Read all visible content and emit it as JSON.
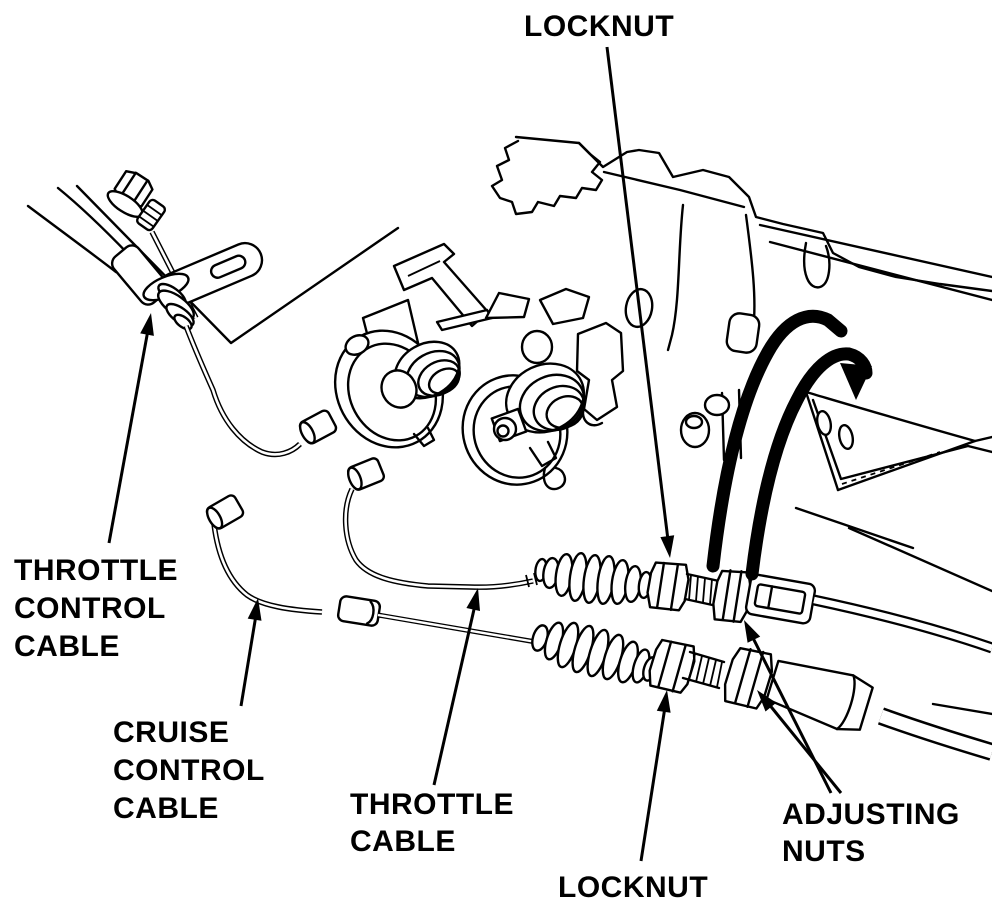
{
  "diagram": {
    "background_color": "#ffffff",
    "line_color": "#000000",
    "kind": "service-manual line illustration",
    "subject": "Throttle and cruise control cable adjustment hardware at the throttle body"
  },
  "labels": {
    "locknut_top": {
      "text": "LOCKNUT"
    },
    "throttle_control_cable": {
      "lines": [
        "THROTTLE",
        "CONTROL",
        "CABLE"
      ]
    },
    "cruise_control_cable": {
      "lines": [
        "CRUISE",
        "CONTROL",
        "CABLE"
      ]
    },
    "throttle_cable": {
      "lines": [
        "THROTTLE",
        "CABLE"
      ]
    },
    "locknut_bottom": {
      "text": "LOCKNUT"
    },
    "adjusting_nuts": {
      "lines": [
        "ADJUSTING",
        "NUTS"
      ]
    }
  }
}
